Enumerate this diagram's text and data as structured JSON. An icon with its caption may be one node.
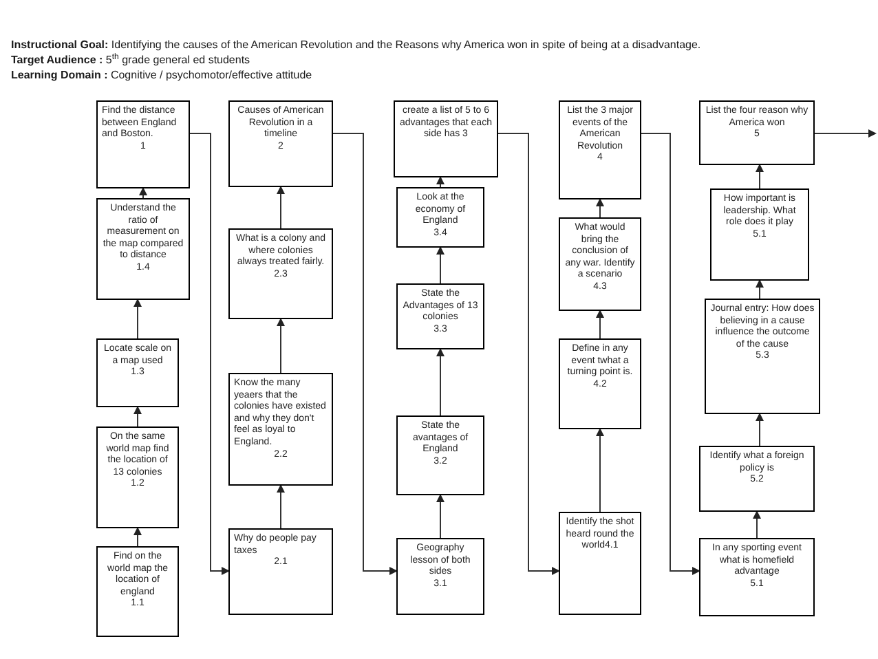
{
  "diagram": {
    "nodes": [
      {
        "text": [
          "Find the distance between England and Boston.",
          "1"
        ]
      },
      {
        "text": [
          "Understand the ratio of measurement on the map compared to distance",
          "1.4"
        ]
      },
      {
        "text": [
          "Locate scale on a map used",
          "1.3"
        ]
      },
      {
        "text": [
          "On the same world map find the location of 13 colonies",
          "1.2"
        ]
      },
      {
        "text": [
          "Find on the world map the location of england",
          "1.1"
        ]
      },
      {
        "text": [
          "Causes of American Revolution in a timeline",
          "2"
        ]
      },
      {
        "text": [
          "What is a colony and where colonies always treated fairly.",
          "2.3"
        ]
      },
      {
        "text": [
          "Know the many yeaers that the colonies have existed and why they don't feel as loyal to England.",
          "2.2"
        ]
      },
      {
        "text": [
          "Why do people pay taxes",
          "2.1"
        ]
      },
      {
        "text": [
          "create a list of 5 to 6 advantages that each side has 3"
        ]
      },
      {
        "text": [
          "Look at the economy of England",
          "3.4"
        ]
      },
      {
        "text": [
          "State the Advantages of 13 colonies",
          "3.3"
        ]
      },
      {
        "text": [
          "State the avantages of England",
          "3.2"
        ]
      },
      {
        "text": [
          "Geography lesson of both sides",
          "3.1"
        ]
      },
      {
        "text": [
          "List the 3 major events of the American Revolution",
          "4"
        ]
      },
      {
        "text": [
          "What would bring the conclusion of any war. Identify a scenario",
          "4.3"
        ]
      },
      {
        "text": [
          "Define in any event twhat a turning point is.",
          "4.2"
        ]
      },
      {
        "text": [
          "Identify the shot heard round the world4.1"
        ]
      },
      {
        "text": [
          "List the four reason why America won",
          "5"
        ]
      },
      {
        "text": [
          "How important is leadership. What role does it play",
          "5.1"
        ]
      },
      {
        "text": [
          "Journal entry: How does believing in a cause influence the outcome of the cause",
          "5.3"
        ]
      },
      {
        "text": [
          "Identify what a foreign policy is",
          "5.2"
        ]
      },
      {
        "text": [
          "In any sporting event what is homefield advantage",
          "5.1"
        ]
      }
    ],
    "edges": [
      {
        "from": 4,
        "to": 3,
        "arrow": "to"
      },
      {
        "from": 3,
        "to": 2,
        "arrow": "to"
      },
      {
        "from": 2,
        "to": 1,
        "arrow": "to"
      },
      {
        "from": 1,
        "to": 0,
        "arrow": "to"
      },
      {
        "from": 0,
        "to": 8,
        "arrow": "to"
      },
      {
        "from": 8,
        "to": 7,
        "arrow": "to"
      },
      {
        "from": 7,
        "to": 6,
        "arrow": "to"
      },
      {
        "from": 6,
        "to": 5,
        "arrow": "to"
      },
      {
        "from": 5,
        "to": 13,
        "arrow": "to"
      },
      {
        "from": 13,
        "to": 12,
        "arrow": "to"
      },
      {
        "from": 12,
        "to": 11,
        "arrow": "to"
      },
      {
        "from": 11,
        "to": 10,
        "arrow": "to"
      },
      {
        "from": 10,
        "to": 9,
        "arrow": "to"
      },
      {
        "from": 9,
        "to": 17,
        "arrow": "to"
      },
      {
        "from": 17,
        "to": 16,
        "arrow": "to"
      },
      {
        "from": 16,
        "to": 15,
        "arrow": "to"
      },
      {
        "from": 15,
        "to": 14,
        "arrow": "to"
      },
      {
        "from": 14,
        "to": 22,
        "arrow": "to"
      },
      {
        "from": 22,
        "to": 21,
        "arrow": "to"
      },
      {
        "from": 21,
        "to": 20,
        "arrow": "to"
      },
      {
        "from": 20,
        "to": 19,
        "arrow": "to"
      },
      {
        "from": 19,
        "to": 18,
        "arrow": "to"
      },
      {
        "from": 18,
        "to": null,
        "arrow": "to"
      }
    ],
    "labels": [
      "**Instructional Goal:** Identifying the causes of the American Revolution and the Reasons why America won in spite of being at a disadvantage.",
      "**Target Audience  :** 5$^{th}$ grade general ed students",
      "**Learning Domain :** Cognitive / psychomotor/effective attitude"
    ]
  }
}
